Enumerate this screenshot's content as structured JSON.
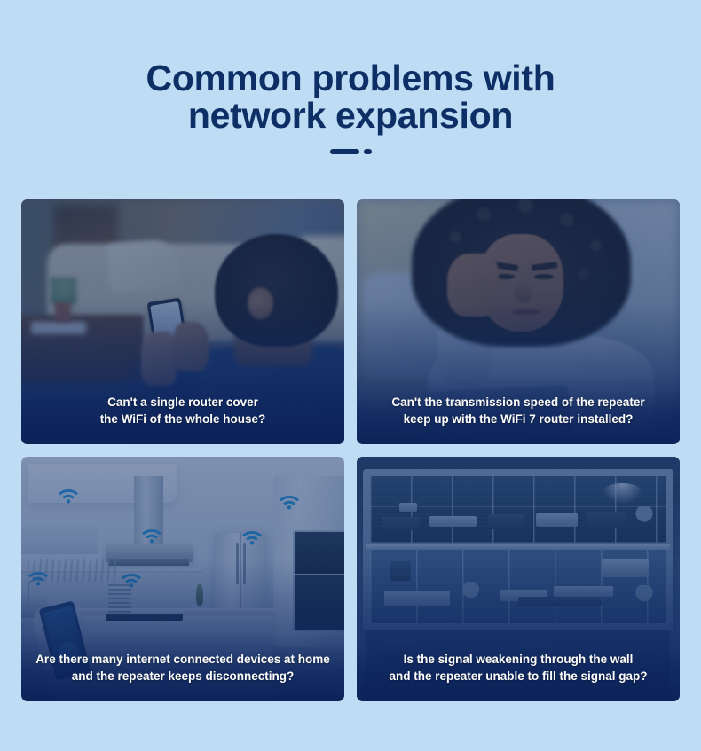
{
  "page": {
    "background_color": "#bfdcf5",
    "title": "Common problems with\nnetwork expansion",
    "title_color": "#0d2f66",
    "divider": {
      "name": "dash-dot-divider",
      "color": "#0d2f66"
    }
  },
  "cards": [
    {
      "id": "card-router-coverage",
      "scene": "man-on-sofa-with-phone",
      "caption": "Can't a single router cover\nthe WiFi of the whole house?",
      "overlay_color": "#14346e",
      "caption_color": "#ffffff"
    },
    {
      "id": "card-repeater-speed",
      "scene": "frustrated-woman-with-tablet",
      "caption": "Can't the transmission speed of the repeater\nkeep up with the WiFi 7 router installed?",
      "overlay_color": "#14346e",
      "caption_color": "#ffffff"
    },
    {
      "id": "card-many-devices",
      "scene": "smart-kitchen-with-wifi-signals",
      "caption": "Are there many internet connected devices at home\nand the repeater keeps disconnecting?",
      "overlay_color": "#14346e",
      "caption_color": "#ffffff",
      "wifi_icon_color": "#2b9fe0",
      "wifi_icon_count": 6
    },
    {
      "id": "card-signal-through-wall",
      "scene": "two-story-house-cutaway",
      "caption": "Is the signal weakening through the wall\nand the repeater unable to fill the signal gap?",
      "overlay_color": "#14346e",
      "caption_color": "#ffffff"
    }
  ]
}
